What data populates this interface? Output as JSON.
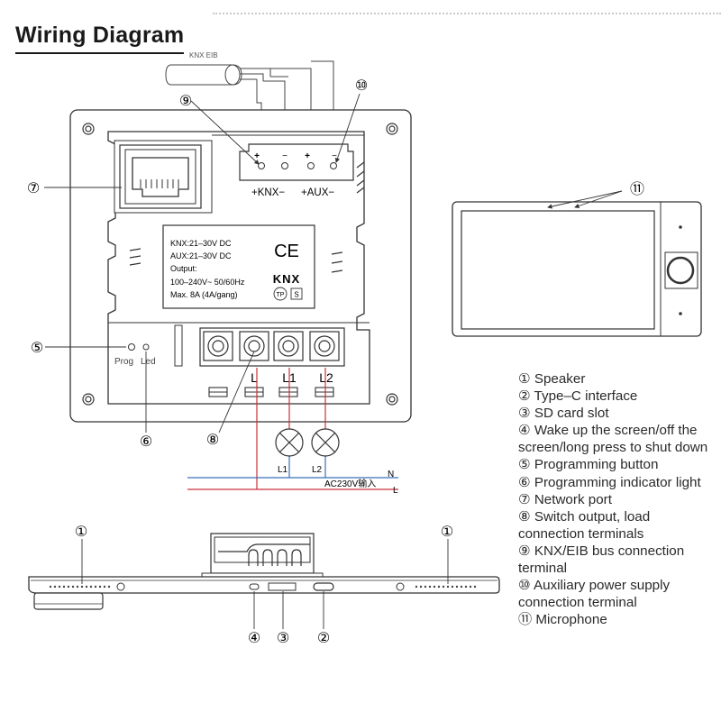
{
  "title": "Wiring Diagram",
  "cable_label": "KNX EIB",
  "callouts": {
    "c1": "①",
    "c2": "②",
    "c3": "③",
    "c4": "④",
    "c5": "⑤",
    "c6": "⑥",
    "c7": "⑦",
    "c8": "⑧",
    "c9": "⑨",
    "c10": "⑩",
    "c11": "⑪"
  },
  "terminal_header": {
    "plus": "+",
    "minus": "−",
    "knx_label": "+KNX−",
    "aux_label": "+AUX−"
  },
  "spec_label": {
    "line1": "KNX:21–30V DC",
    "line2": "AUX:21–30V DC",
    "line3": "Output:",
    "line4": "100–240V~ 50/60Hz",
    "line5": "Max. 8A (4A/gang)",
    "ce": "CE",
    "knx_logo": "KNX",
    "tp": "TP",
    "s": "S"
  },
  "prog_label": "Prog",
  "led_label": "Led",
  "output_terminals": {
    "t1": "L",
    "t2": "L1",
    "t3": "L2"
  },
  "mains": {
    "n": "N",
    "l": "L",
    "voltage": "AC230V输入"
  },
  "lamps": {
    "lamp1": "L1",
    "lamp2": "L2"
  },
  "legend": [
    "① Speaker",
    "② Type–C interface",
    "③ SD card slot",
    "④ Wake up the screen/off the screen/long press to shut down",
    "⑤ Programming button",
    "⑥ Programming indicator light",
    "⑦ Network port",
    "⑧ Switch output, load connection terminals",
    "⑨ KNX/EIB bus connection terminal",
    "⑩ Auxiliary power supply connection terminal",
    "⑪ Microphone"
  ],
  "colors": {
    "line_n": "#3b6fb6",
    "line_l": "#c8323b",
    "stroke": "#333333"
  }
}
